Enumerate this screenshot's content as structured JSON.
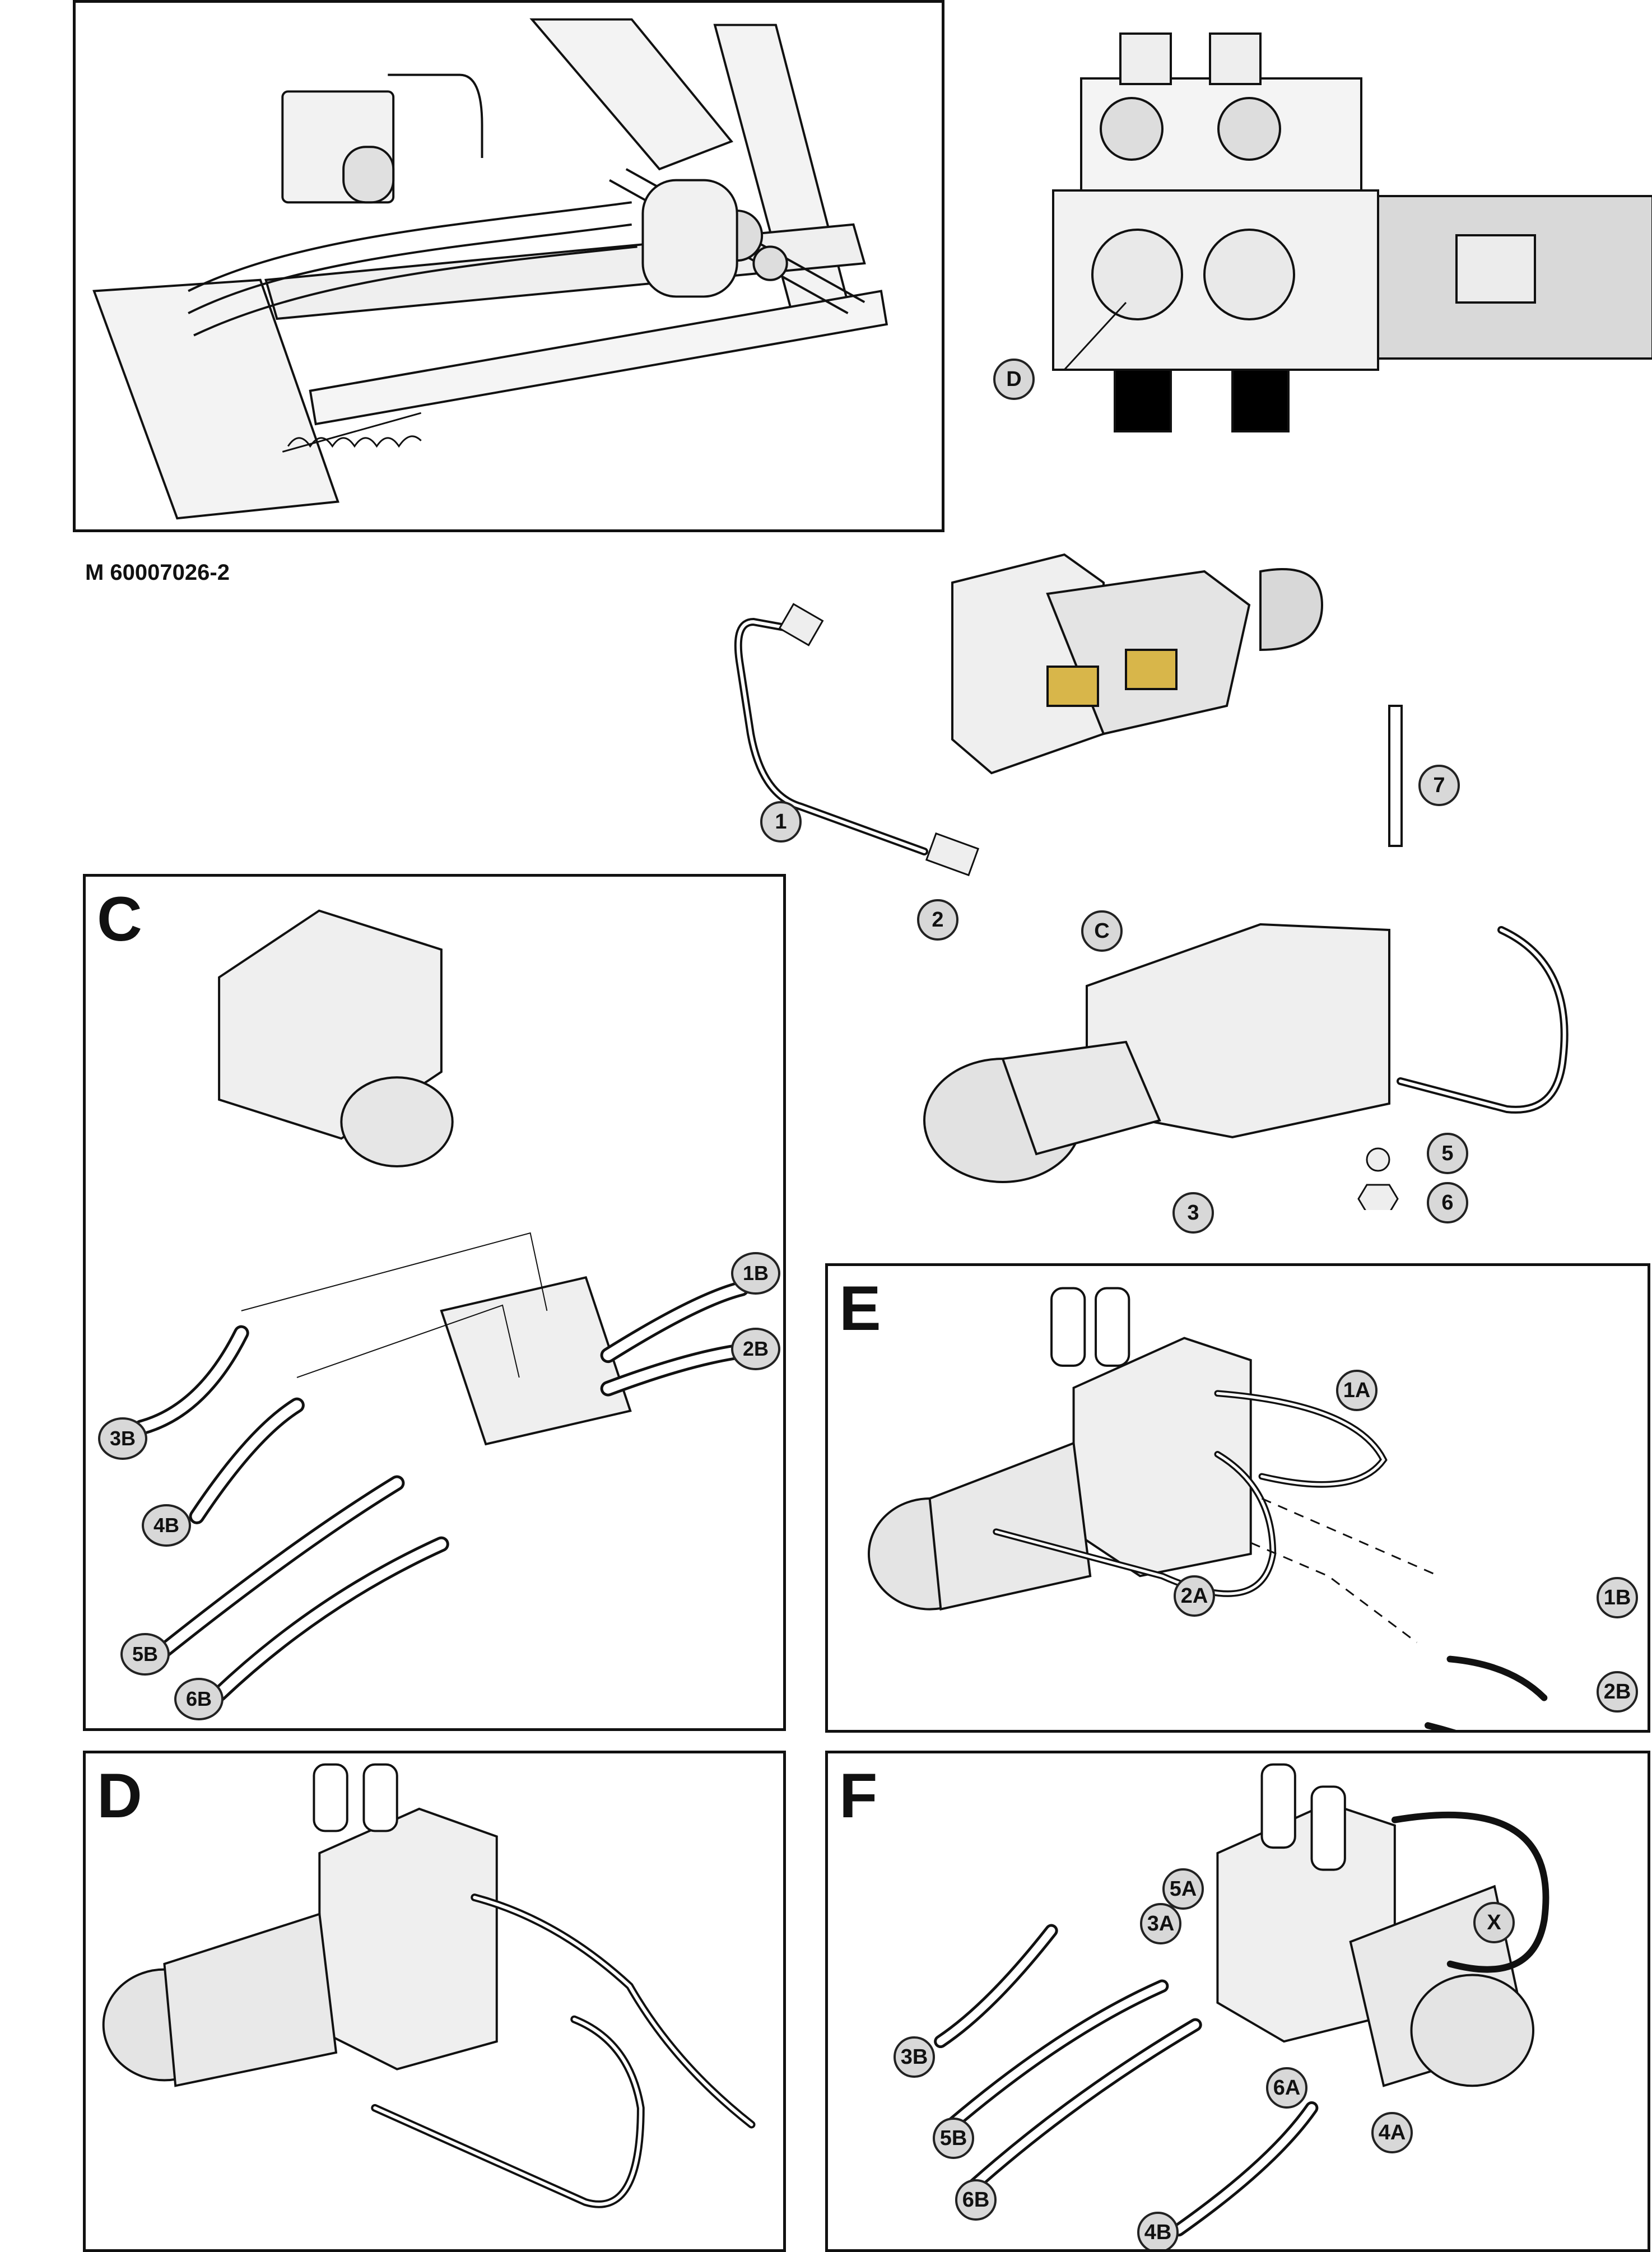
{
  "reference_code": "M 60007026-2",
  "panels": {
    "c": {
      "label": "C",
      "callouts": [
        "1B",
        "2B",
        "3B",
        "4B",
        "5B",
        "6B"
      ]
    },
    "d": {
      "label": "D"
    },
    "e": {
      "label": "E",
      "callouts": [
        "1A",
        "2A",
        "1B",
        "2B"
      ]
    },
    "f": {
      "label": "F",
      "callouts": [
        "5A",
        "3A",
        "X",
        "3B",
        "6A",
        "4A",
        "5B",
        "6B",
        "4B"
      ]
    }
  },
  "exploded_callouts": [
    "1",
    "2",
    "7",
    "C",
    "5",
    "6",
    "3"
  ],
  "valve_callout": "D",
  "colors": {
    "outline": "#111111",
    "callout_fill": "#d8d8d8",
    "brass": "#d8b64a",
    "metal": "#e6e6e6"
  }
}
